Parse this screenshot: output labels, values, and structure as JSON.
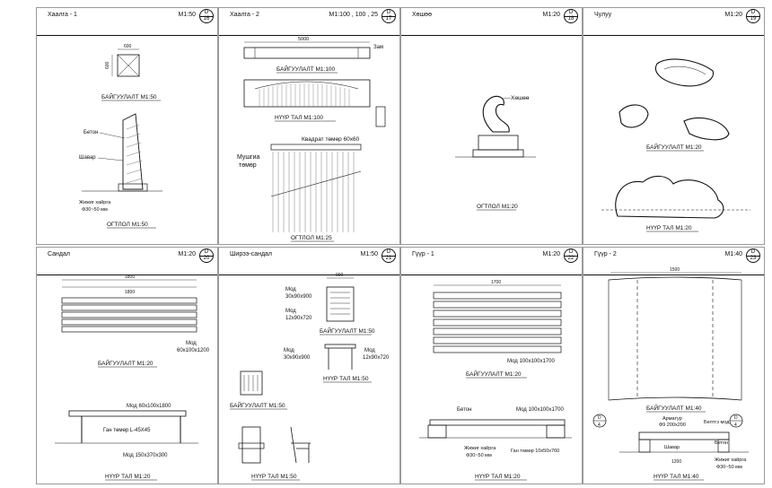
{
  "panels": [
    {
      "title": "Хаалга - 1",
      "scale": "M1:50",
      "circle": {
        "top": "D",
        "bottom": "16"
      },
      "labels": {
        "dim1": "600",
        "dim2": "600",
        "cap1": "БАЙГУУЛАЛТ  M1:50",
        "beton": "Бетон",
        "shavar": "Шавар",
        "gravel": "Жижиг хайрга",
        "gravel2": "Ф30~50 мм",
        "cap2": "ОГТЛОЛ  M1:50"
      }
    },
    {
      "title": "Хаалга - 2",
      "scale": "M1:100 , 100 , 25",
      "circle": {
        "top": "D",
        "bottom": "17"
      },
      "labels": {
        "dim1": "5000",
        "zam": "Зам",
        "cap1": "БАЙГУУЛАЛТ  M1:100",
        "cap2": "НҮҮР ТАЛ  M1:100",
        "kv": "Квадрат төмөр  60x60",
        "mush1": "Мушгиа",
        "mush2": "төмөр",
        "cap3": "ОГТЛОЛ  M1:25"
      }
    },
    {
      "title": "Хөшөө",
      "scale": "M1:20",
      "circle": {
        "top": "D",
        "bottom": "18"
      },
      "labels": {
        "hoshoo": "Хөшөө",
        "cap1": "ОГТЛОЛ  M1:20"
      }
    },
    {
      "title": "Чулуу",
      "scale": "M1:20",
      "circle": {
        "top": "D",
        "bottom": "19"
      },
      "labels": {
        "cap1": "БАЙГУУЛАЛТ  M1:20",
        "cap2": "НҮҮР ТАЛ  M1:20"
      }
    },
    {
      "title": "Сандал",
      "scale": "M1:20",
      "circle": {
        "top": "D",
        "bottom": "20"
      },
      "labels": {
        "dim1": "1800",
        "dim2": "1800",
        "mod1": "Мод",
        "mod1b": "60x100x1200",
        "cap1": "БАЙГУУЛАЛТ  M1:20",
        "mod2": "Мод  60x100x1800",
        "gan": "Ган төмөр L-45X45",
        "mod3": "Мод 150x370x300",
        "cap2": "НҮҮР ТАЛ  M1:20"
      }
    },
    {
      "title": "Ширээ-сандал",
      "scale": "M1:50",
      "circle": {
        "top": "D",
        "bottom": "21"
      },
      "labels": {
        "dim1": "900",
        "m1a": "Мод",
        "m1b": "30x90x900",
        "m2a": "Мод",
        "m2b": "12x90x720",
        "cap1": "БАЙГУУЛАЛТ  M1:50",
        "m3a": "Мод",
        "m3b": "30x90x900",
        "m4a": "Мод",
        "m4b": "12x90x720",
        "cap2": "НҮҮР ТАЛ  M1:50",
        "cap3": "БАЙГУУЛАЛТ  M1:50",
        "cap4": "НҮҮР ТАЛ  M1:50"
      }
    },
    {
      "title": "Гүүр - 1",
      "scale": "M1:20",
      "circle": {
        "top": "D",
        "bottom": "22"
      },
      "labels": {
        "dim1": "1700",
        "mod1": "Мод 100x100x1700",
        "cap1": "БАЙГУУЛАЛТ  M1:20",
        "beton": "Бетон",
        "mod2": "Мод 100x100x1700",
        "gravel": "Жижиг хайрга",
        "gravel2": "Ф30~50 мм",
        "gan": "Ган төмөр 10x50x760",
        "cap2": "НҮҮР ТАЛ  M1:20"
      }
    },
    {
      "title": "Гүүр - 2",
      "scale": "M1:40",
      "circle": {
        "top": "D",
        "bottom": "23"
      },
      "labels": {
        "dim1": "1500",
        "cap1": "БАЙГУУЛАЛТ  M1:40",
        "arm": "Арматур",
        "arm2": "Ф9  200x200",
        "belmod": "Белтгэ мод",
        "beton": "Бетон",
        "shavar": "Шавар",
        "gravel": "Жижиг хайрга",
        "gravel2": "Ф30~50 мм",
        "dim2": "1200",
        "cap2": "НҮҮР ТАЛ  M1:40",
        "c1t": "D",
        "c1b": "4",
        "c2t": "D",
        "c2b": "4"
      }
    }
  ]
}
